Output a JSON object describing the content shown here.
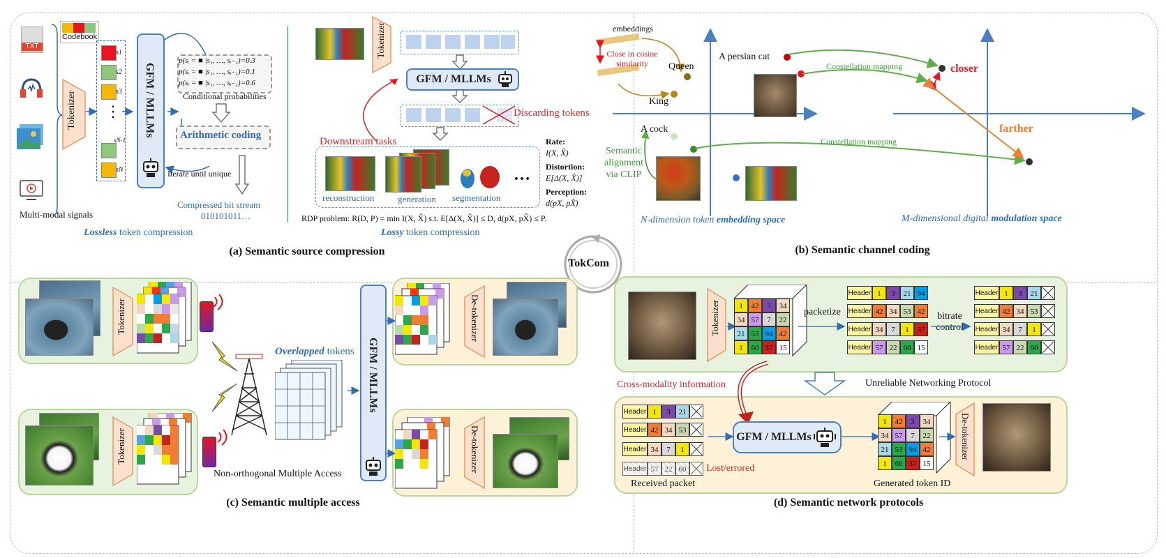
{
  "panels": {
    "a": {
      "caption": "(a) Semantic source compression",
      "lossless_label_em": "Lossless",
      "lossless_label_rest": " token compression",
      "lossy_label_em": "Lossy",
      "lossy_label_rest": " token compression",
      "codebook": "Codebook",
      "multimodal": "Multi-modal signals",
      "txt": "TXT",
      "tokenizer": "Tokenizer",
      "gfm_vertical": "GFM / MLLMs",
      "symbols": [
        "s1",
        "s2",
        "s3",
        "…",
        "sN-1",
        "sN"
      ],
      "probs": [
        "p(sᵢ = ■ |s₁, …, sᵢ₋₁)=0.3",
        "p(sᵢ = ■ |s₁, …, sᵢ₋₁)=0.1",
        "p(sᵢ = ■ |s₁, …, sᵢ₋₁)=0.6"
      ],
      "cond_prob": "Conditional probabilities",
      "arith": "Arithmetic coding",
      "iterate": "Iterate until unique",
      "bitstream_title": "Compressed bit stream",
      "bitstream": "010101011…",
      "gfm": "GFM / MLLMs",
      "discard": "Discarding tokens",
      "downstream": "Downstream tasks",
      "tasks": [
        "reconstruction",
        "generation",
        "segmentation"
      ],
      "ellipsis": "…",
      "rate": "Rate:",
      "rate_f": "I(X, X̂)",
      "distortion": "Distortion:",
      "distortion_f": "E[Δ(X, X̂)]",
      "perception": "Perception:",
      "perception_f": "d(pX, pX̂)",
      "rdp": "RDP problem:  R(D, P) = min I(X, X̂)   s.t. E[Δ(X, X̂)] ≤ D,  d(pX, pX̂) ≤ P."
    },
    "b": {
      "caption": "(b) Semantic channel coding",
      "embeddings": "embeddings",
      "close_cosine": "Close in cosine similarity",
      "queen": "Queen",
      "king": "King",
      "persian": "A persian cat",
      "cock": "A cock",
      "const1": "Constellation mapping",
      "const2": "Constellation mapping",
      "closer": "closer",
      "farther": "farther",
      "align": "Semantic alignment via CLIP",
      "emb_space_pre": "N-dimension token ",
      "emb_space_em": "embedding space",
      "mod_space_pre": "M-dimensional digital ",
      "mod_space_em": "modulation space"
    },
    "c": {
      "caption": "(c) Semantic multiple access",
      "tokenizer": "Tokenizer",
      "detokenizer": "De-tokenizer",
      "overlapped_em": "Overlapped",
      "overlapped_rest": " tokens",
      "noma": "Non-orthogonal Multiple Access",
      "gfm_vertical": "GFM / MLLMs"
    },
    "d": {
      "caption": "(d) Semantic network protocols",
      "tokenizer": "Tokenizer",
      "detokenizer": "De-tokenizer",
      "packetize": "packetize",
      "bitrate": "bitrate control",
      "header": "Header",
      "unreliable": "Unreliable Networking Protocol",
      "crossmodal": "Cross-modality information",
      "gfm": "GFM / MLLMs",
      "lost": "Lost/errored",
      "received": "Received packet",
      "generated": "Generated token ID",
      "grid": [
        [
          "1",
          "42",
          "3",
          "34"
        ],
        [
          "34",
          "57",
          "7",
          "22"
        ],
        [
          "21",
          "53",
          "94",
          "42"
        ],
        [
          "1",
          "60",
          "37",
          "15"
        ]
      ],
      "packets": [
        [
          "1",
          "3",
          "21",
          "94"
        ],
        [
          "42",
          "34",
          "53",
          "42"
        ],
        [
          "34",
          "7",
          "1",
          "37"
        ],
        [
          "57",
          "22",
          "60",
          "15"
        ]
      ],
      "ctrl_packets": [
        [
          "1",
          "3",
          "21"
        ],
        [
          "42",
          "34",
          "53"
        ],
        [
          "34",
          "7",
          "1"
        ],
        [
          "57",
          "22",
          "60"
        ]
      ]
    }
  },
  "center": "TokCom"
}
